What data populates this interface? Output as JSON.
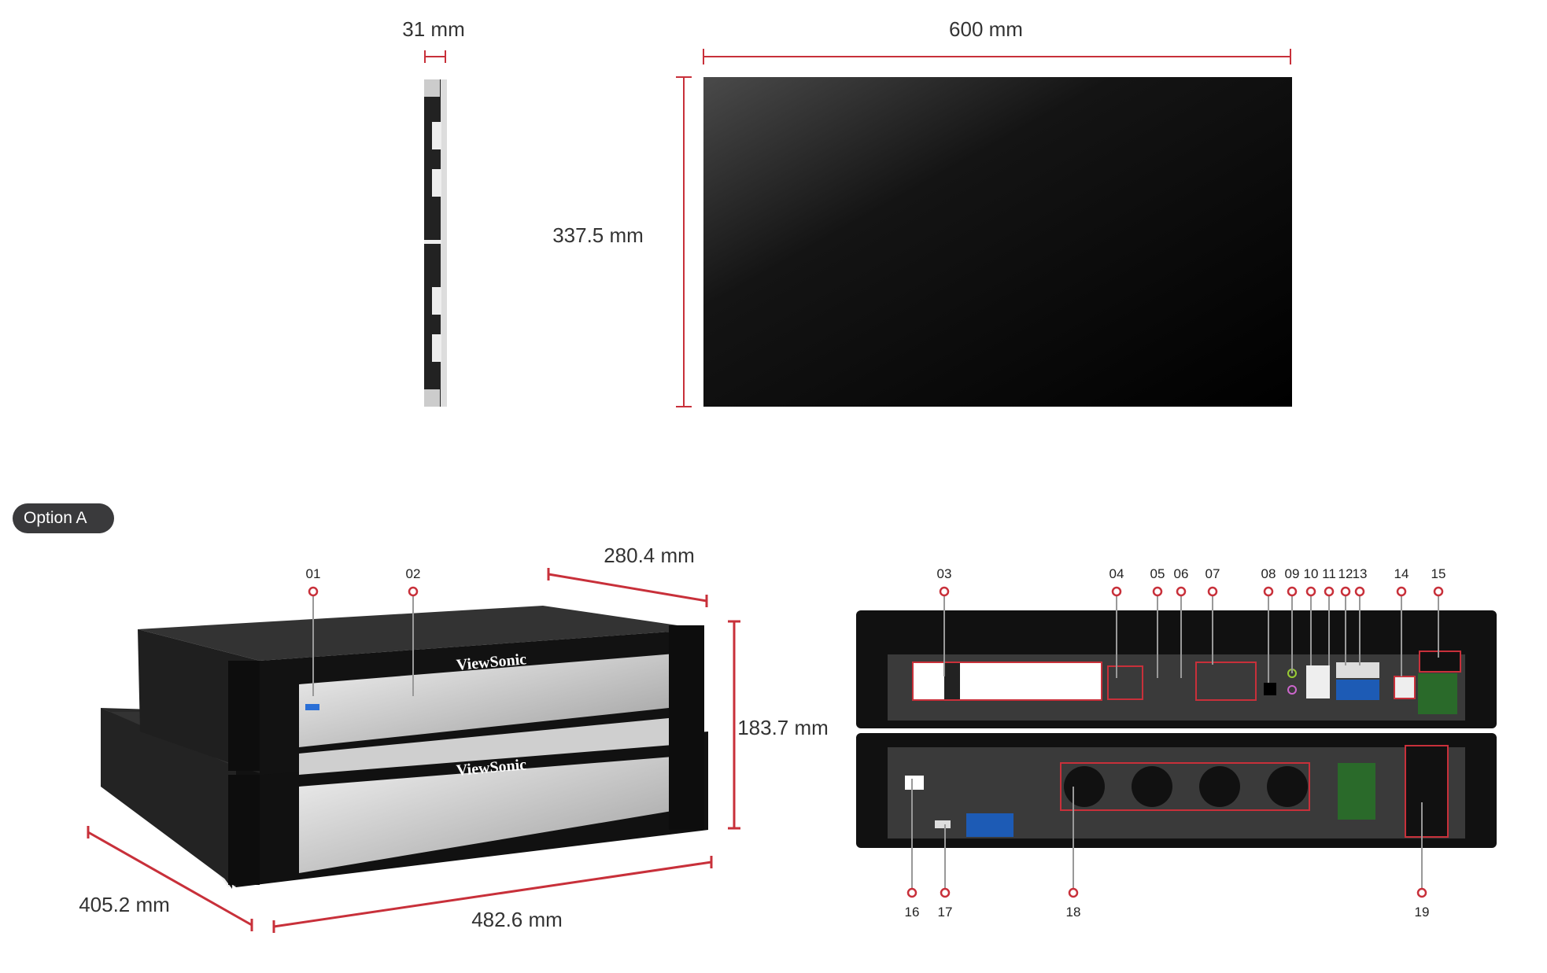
{
  "dimensions": {
    "panel_depth": "31 mm",
    "panel_width": "600 mm",
    "panel_height": "337.5 mm",
    "controller_depth_top": "280.4 mm",
    "controller_height": "183.7 mm",
    "controller_depth": "405.2 mm",
    "controller_width": "482.6 mm"
  },
  "option_label": "Option A",
  "brand": "ViewSonic",
  "callouts_front": [
    "01",
    "02"
  ],
  "callouts_rear_top": [
    "03",
    "04",
    "05",
    "06",
    "07",
    "08",
    "09",
    "10",
    "11",
    "12",
    "13",
    "14",
    "15"
  ],
  "callouts_rear_bottom": [
    "16",
    "17",
    "18",
    "19"
  ],
  "colors": {
    "accent": "#c8303a",
    "panel": "#0a0a0a",
    "pill": "#3a3a3c"
  }
}
